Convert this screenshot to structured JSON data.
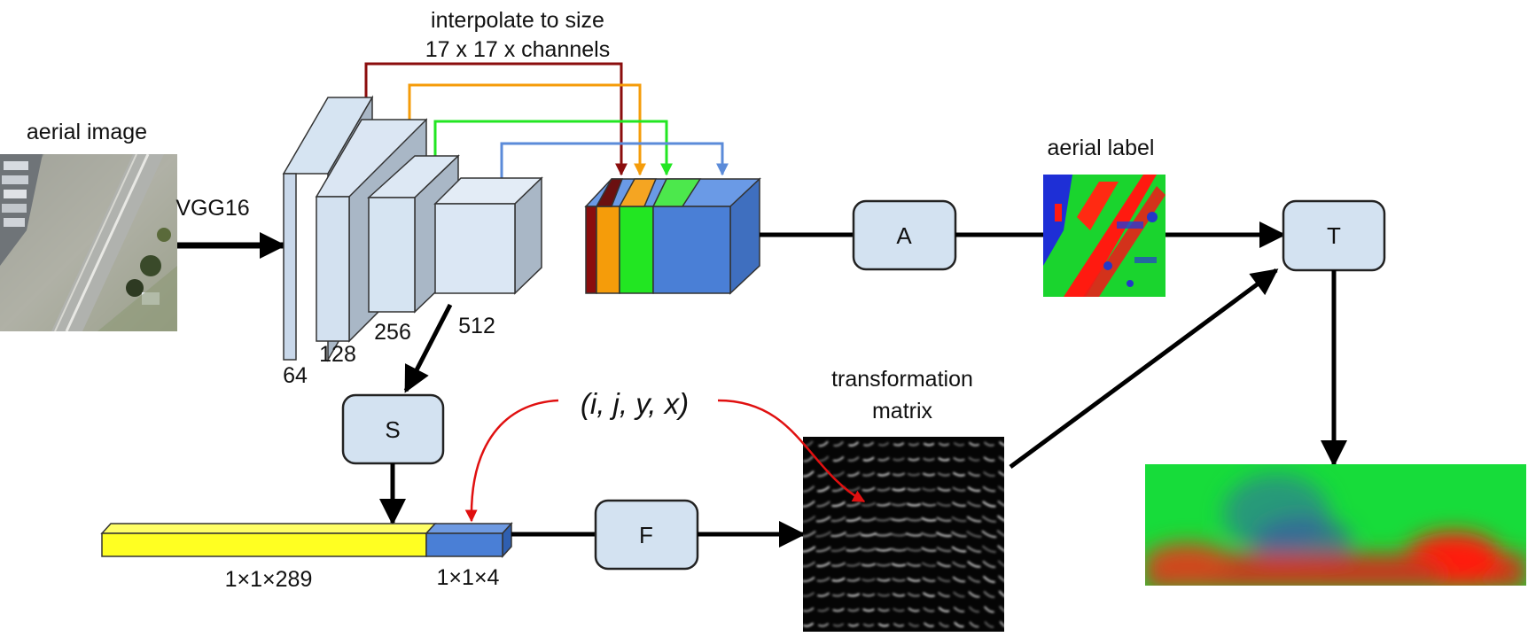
{
  "inputs": {
    "aerial_image_label": "aerial image",
    "backbone_label": "VGG16"
  },
  "vgg_layers": [
    {
      "channels": "64",
      "color": "#c9d8ea"
    },
    {
      "channels": "128",
      "color": "#d3e1f0"
    },
    {
      "channels": "256",
      "color": "#d6e4f2"
    },
    {
      "channels": "512",
      "color": "#dbe7f4"
    }
  ],
  "interpolate": {
    "line1": "interpolate to size",
    "line2": "17 x 17 x channels"
  },
  "skip_colors": {
    "dark_red": "#8b0d0d",
    "orange": "#f59c0a",
    "green": "#22e622",
    "blue": "#5b8bd9"
  },
  "modules": {
    "A": "A",
    "S": "S",
    "F": "F",
    "T": "T"
  },
  "aerial_label": "aerial label",
  "feature_vectors": {
    "long": "1×1×289",
    "short": "1×1×4"
  },
  "tuple": "(i, j, y, x)",
  "transformation_matrix": {
    "line1": "transformation",
    "line2": "matrix"
  },
  "colors": {
    "module_fill": "#d3e2f1",
    "module_stroke": "#222222",
    "arrow": "#000000",
    "tuple_arrow": "#e01010",
    "yellow_bar": "#ffff22",
    "blue_bar": "#4a7fd6"
  }
}
